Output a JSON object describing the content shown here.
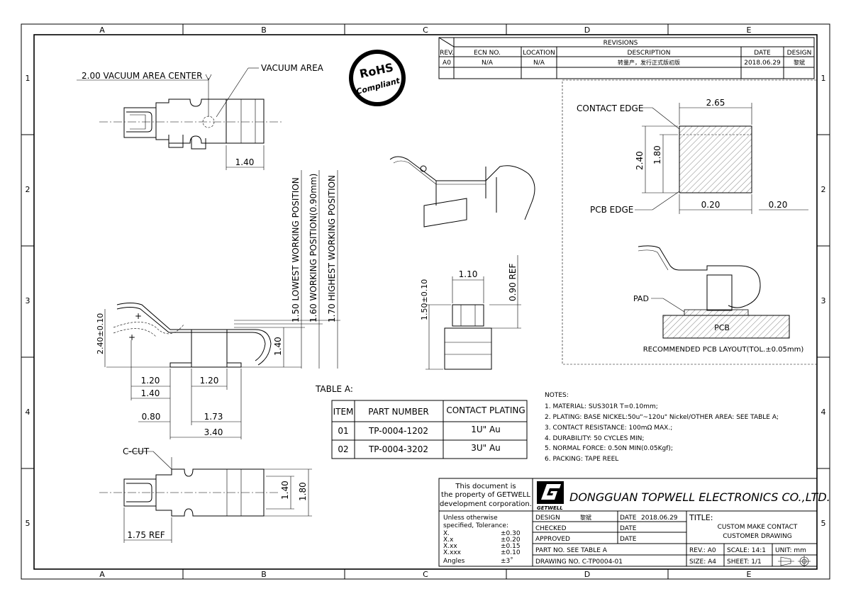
{
  "frame": {
    "cols": [
      "A",
      "B",
      "C",
      "D",
      "E"
    ],
    "rows": [
      "1",
      "2",
      "3",
      "4",
      "5"
    ]
  },
  "revisions": {
    "title": "REVISIONS",
    "headers": [
      "REV.",
      "ECN NO.",
      "LOCATION",
      "DESCRIPTION",
      "DATE",
      "DESIGN"
    ],
    "row": [
      "A0",
      "N/A",
      "N/A",
      "转量产，发行正式版初版",
      "2018.06.29",
      "黎斌"
    ]
  },
  "rohs": {
    "line1": "RoHS",
    "line2": "Compliant"
  },
  "top_view": {
    "label_center": "2.00 VACUUM AREA CENTER",
    "label_vacuum": "VACUUM AREA",
    "dim_1_40": "1.40"
  },
  "vertical_positions": {
    "lowest": "1.50 LOWEST WORKING POSITION",
    "working": "1.60 WORKING POSITION(0.90mm)",
    "highest": "1.70 HIGHEST WORKING POSITION"
  },
  "side_view": {
    "dim_height": "2.40±0.10",
    "dim_1_40": "1.40",
    "dim_1_20a": "1.20",
    "dim_1_20b": "1.20",
    "dim_1_40b": "1.40",
    "dim_0_80": "0.80",
    "dim_1_73": "1.73",
    "dim_3_40": "3.40"
  },
  "front_view": {
    "dim_1_10": "1.10",
    "dim_0_90": "0.90 REF",
    "dim_1_50": "1.50±0.10"
  },
  "bottom_view": {
    "ccut": "C-CUT",
    "dim_1_40": "1.40",
    "dim_1_80": "1.80",
    "dim_1_75": "1.75 REF"
  },
  "pcb_layout": {
    "contact_edge": "CONTACT EDGE",
    "pcb_edge": "PCB EDGE",
    "dim_2_65": "2.65",
    "dim_2_40": "2.40",
    "dim_1_80": "1.80",
    "dim_0_20a": "0.20",
    "dim_0_20b": "0.20",
    "pad": "PAD",
    "pcb": "PCB",
    "caption": "RECOMMENDED PCB LAYOUT(TOL.±0.05mm)"
  },
  "table_a": {
    "label": "TABLE A:",
    "headers": [
      "ITEM",
      "PART NUMBER",
      "CONTACT PLATING"
    ],
    "rows": [
      [
        "01",
        "TP-0004-1202",
        "1U\" Au"
      ],
      [
        "02",
        "TP-0004-3202",
        "3U\" Au"
      ]
    ]
  },
  "notes": {
    "title": "NOTES:",
    "items": [
      "1. MATERIAL: SUS301R T=0.10mm;",
      "2. PLATING: BASE NICKEL:50u\"~120u\" Nickel/OTHER AREA: SEE TABLE A;",
      "3. CONTACT RESISTANCE: 100mΩ MAX.;",
      "4. DURABILITY: 50 CYCLES MIN;",
      "5. NORMAL FORCE: 0.50N MIN(0.05Kgf);",
      "6. PACKING: TAPE REEL"
    ]
  },
  "title_block": {
    "property_lines": [
      "This document is",
      "the property of GETWELL",
      "development corporation."
    ],
    "logo_text": "GETWELL",
    "company": "DONGGUAN TOPWELL ELECTRONICS CO.,LTD.",
    "tol_title_lines": [
      "Unless otherwise",
      "specified, Tolerance:"
    ],
    "tol_rows": [
      [
        "X.",
        "±0.30"
      ],
      [
        "X.x",
        "±0.20"
      ],
      [
        "X.xx",
        "±0.15"
      ],
      [
        "X.xxx",
        "±0.10"
      ],
      [
        "Angles",
        "±3˚"
      ]
    ],
    "design_label": "DESIGN",
    "design_value": "黎斌",
    "date_label": "DATE",
    "date_value": "2018.06.29",
    "checked_label": "CHECKED",
    "approved_label": "APPROVED",
    "part_no": "PART NO.   SEE TABLE A",
    "drawing_no": "DRAWING NO.   C-TP0004-01",
    "title_label": "TITLE:",
    "title_lines": [
      "CUSTOM MAKE CONTACT",
      "CUSTOMER DRAWING"
    ],
    "rev": "REV.:  A0",
    "scale": "SCALE:   14:1",
    "unit": "UNIT:   mm",
    "size": "SIZE:   A4",
    "sheet": "SHEET:   1/1"
  }
}
